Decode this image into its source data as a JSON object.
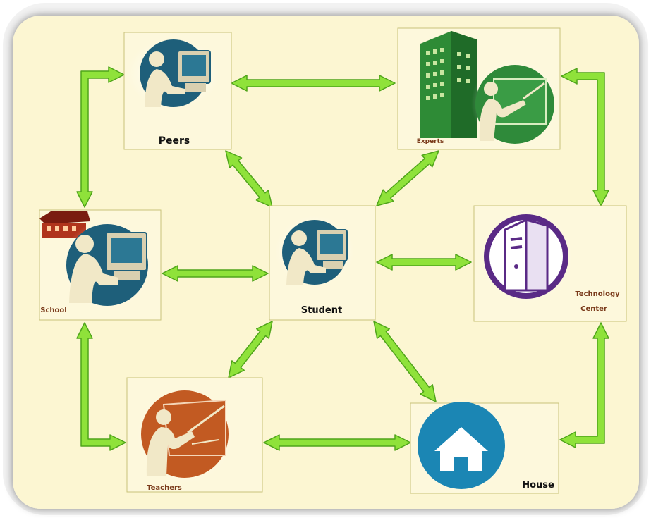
{
  "nodes": {
    "peers": {
      "label": "Peers"
    },
    "experts": {
      "label": "Experts"
    },
    "school": {
      "label": "School"
    },
    "student": {
      "label": "Student"
    },
    "technology_center": {
      "label_line1": "Technology",
      "label_line2": "Center"
    },
    "teachers": {
      "label": "Teachers"
    },
    "house": {
      "label": "House"
    }
  },
  "connections": [
    [
      "peers",
      "experts"
    ],
    [
      "peers",
      "school"
    ],
    [
      "peers",
      "student"
    ],
    [
      "experts",
      "student"
    ],
    [
      "experts",
      "technology_center"
    ],
    [
      "school",
      "student"
    ],
    [
      "student",
      "technology_center"
    ],
    [
      "school",
      "teachers"
    ],
    [
      "student",
      "teachers"
    ],
    [
      "student",
      "house"
    ],
    [
      "technology_center",
      "house"
    ],
    [
      "teachers",
      "house"
    ]
  ],
  "colors": {
    "background": "#fcf6d2",
    "box_border": "#c9c27a",
    "arrow_fill": "#8fe23a",
    "arrow_stroke": "#4fa41a",
    "person_blue": "#1e5f7a",
    "expert_green": "#2f8a3a",
    "tech_purple": "#5a2a86",
    "teacher_orange": "#c25a22",
    "house_blue": "#1b86b4"
  },
  "icons": {
    "peers": "person-at-computer-icon",
    "experts": "building-and-presenter-icon",
    "school": "school-building-and-person-icon",
    "student": "person-at-computer-icon",
    "technology_center": "computer-tower-icon",
    "teachers": "presenter-icon",
    "house": "house-icon"
  }
}
